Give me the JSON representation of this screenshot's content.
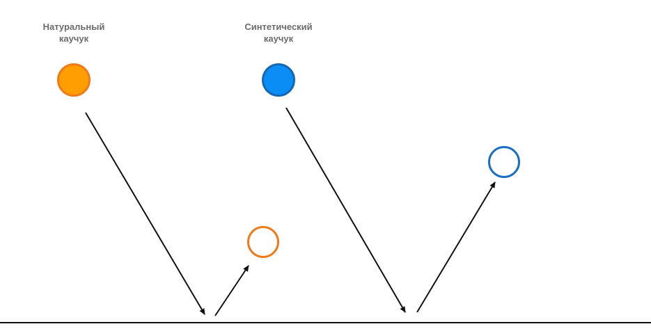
{
  "natural": {
    "label_line1": "Натуральный",
    "label_line2": "каучук",
    "color": "#ff9e00",
    "stroke": "#f07a1a",
    "bounce_stroke": "#f07a1a"
  },
  "synthetic": {
    "label_line1": "Синтетический",
    "label_line2": "каучук",
    "color": "#0a8ef5",
    "stroke": "#1467b5",
    "bounce_stroke": "#1a6fc4"
  },
  "colors": {
    "arrow": "#111111",
    "ground": "#111111"
  }
}
